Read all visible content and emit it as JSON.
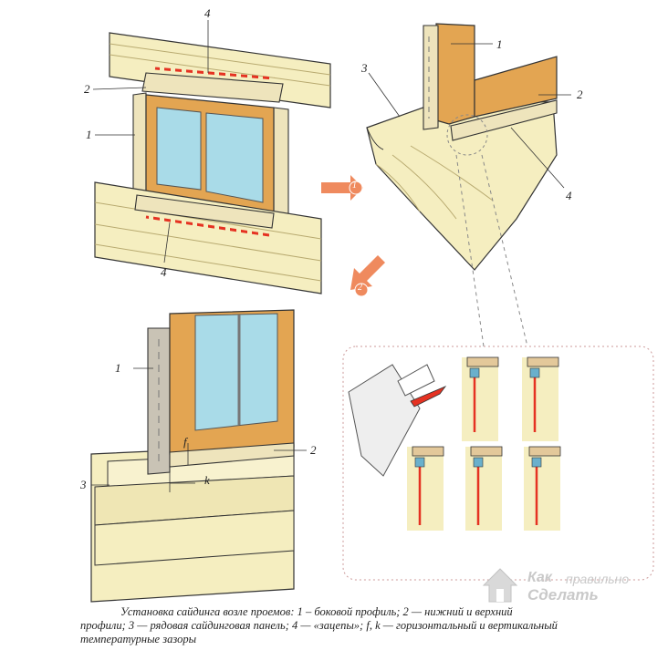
{
  "labels": {
    "top_left": {
      "n4_top": "4",
      "n2": "2",
      "n1": "1",
      "n4_bottom": "4"
    },
    "top_right": {
      "n1": "1",
      "n3": "3",
      "n2": "2",
      "n4": "4"
    },
    "bottom_left": {
      "n1": "1",
      "n2": "2",
      "n3": "3",
      "f": "f",
      "k": "k"
    }
  },
  "arrows": {
    "step1": "1",
    "step2": "2"
  },
  "caption": {
    "line1": "Установка сайдинга возле проемов: 1 – боковой профиль; 2 — нижний и верхний",
    "line2": "профили; 3 — рядовая сайдинговая панель; 4 — «зацепы»; f, k — горизонтальный и вертикальный",
    "line3": "температурные зазоры"
  },
  "watermark": {
    "line1": "Как",
    "line1b": "правильно",
    "line2": "Сделать"
  },
  "colors": {
    "siding": "#f5eec0",
    "siding_shade": "#e8dca0",
    "frame_wood": "#e3a552",
    "frame_dark": "#c98a3c",
    "glass": "#a9dbe8",
    "profile": "#eee4bc",
    "clip_red": "#e53222",
    "arrow": "#ef8a5e",
    "outline": "#333333"
  }
}
